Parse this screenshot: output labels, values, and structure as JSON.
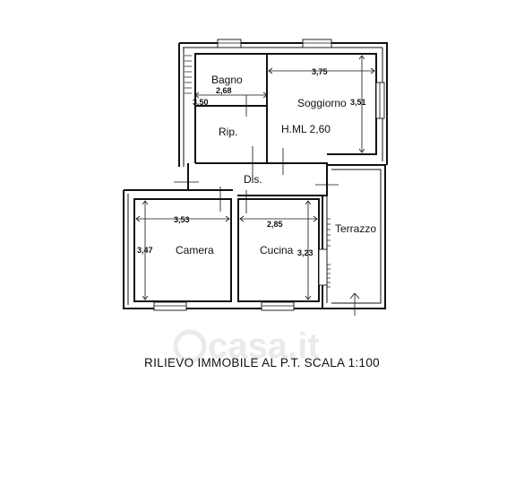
{
  "rooms": {
    "bagno": "Bagno",
    "soggiorno": "Soggiorno",
    "ripostiglio": "Rip.",
    "ceiling_height": "H.ML 2,60",
    "disimpegno": "Dis.",
    "terrazzo": "Terrazzo",
    "camera": "Camera",
    "cucina": "Cucina"
  },
  "dimensions": {
    "bagno_width": "2,68",
    "bagno_depth": "3,50",
    "soggiorno_width": "3,75",
    "soggiorno_depth": "3,51",
    "camera_width": "3,53",
    "camera_depth": "3,47",
    "cucina_width": "2,85",
    "cucina_depth": "3,23"
  },
  "watermark": "casa.it",
  "caption": "RILIEVO IMMOBILE AL P.T. SCALA 1:100"
}
